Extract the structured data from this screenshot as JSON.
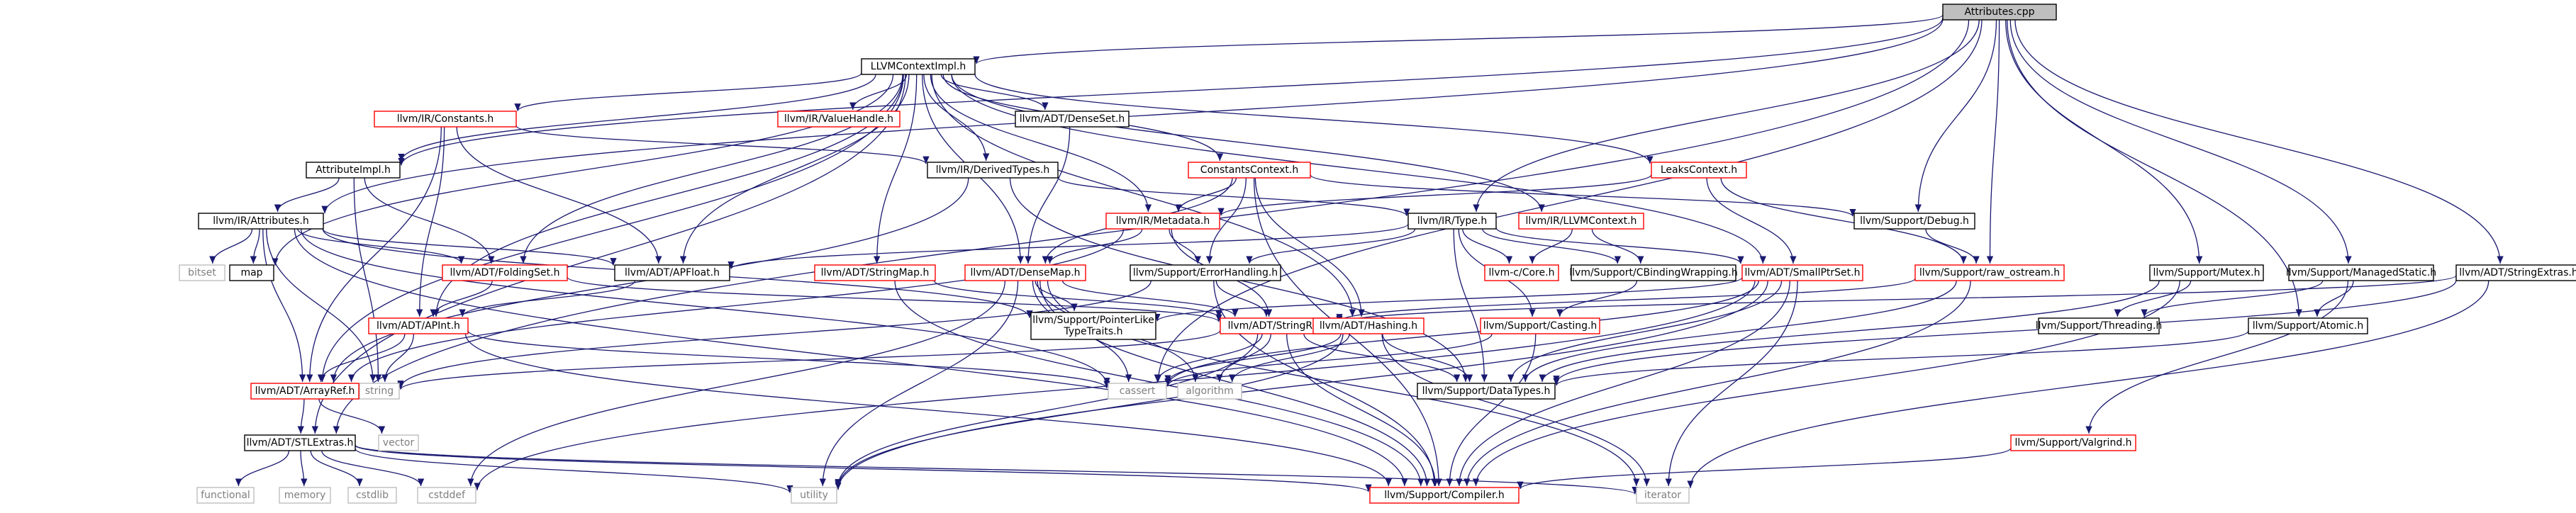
{
  "graph": {
    "root": "n0",
    "colors": {
      "edge": "#191970",
      "text": "#000000",
      "missing_text": "#ff0000",
      "root_fill": "#bfbfbf",
      "normal_border": "#000000",
      "missing_border": "#ff0000",
      "system_border": "#bfbfbf",
      "system_text": "#7f7f7f"
    },
    "nodes": [
      {
        "id": "n0",
        "label": "Attributes.cpp",
        "kind": "root"
      },
      {
        "id": "n1",
        "label": "LLVMContextImpl.h",
        "kind": "normal"
      },
      {
        "id": "n2",
        "label": "llvm/IR/Constants.h",
        "kind": "missing"
      },
      {
        "id": "n3",
        "label": "llvm/IR/ValueHandle.h",
        "kind": "missing"
      },
      {
        "id": "n4",
        "label": "llvm/ADT/DenseSet.h",
        "kind": "normal"
      },
      {
        "id": "n5",
        "label": "AttributeImpl.h",
        "kind": "normal"
      },
      {
        "id": "n6",
        "label": "llvm/IR/DerivedTypes.h",
        "kind": "normal"
      },
      {
        "id": "n7",
        "label": "ConstantsContext.h",
        "kind": "missing"
      },
      {
        "id": "n8",
        "label": "LeaksContext.h",
        "kind": "missing"
      },
      {
        "id": "n9",
        "label": "llvm/IR/Attributes.h",
        "kind": "normal"
      },
      {
        "id": "n10",
        "label": "llvm/IR/Metadata.h",
        "kind": "missing"
      },
      {
        "id": "n11",
        "label": "llvm/IR/Type.h",
        "kind": "normal"
      },
      {
        "id": "n12",
        "label": "llvm/IR/LLVMContext.h",
        "kind": "missing"
      },
      {
        "id": "n13",
        "label": "llvm/Support/Debug.h",
        "kind": "normal"
      },
      {
        "id": "n14",
        "label": "bitset",
        "kind": "system"
      },
      {
        "id": "n15",
        "label": "map",
        "kind": "normal"
      },
      {
        "id": "n16",
        "label": "llvm/ADT/FoldingSet.h",
        "kind": "missing"
      },
      {
        "id": "n17",
        "label": "llvm/ADT/APFloat.h",
        "kind": "normal"
      },
      {
        "id": "n18",
        "label": "llvm/ADT/StringMap.h",
        "kind": "missing"
      },
      {
        "id": "n19",
        "label": "llvm/ADT/DenseMap.h",
        "kind": "missing"
      },
      {
        "id": "n20",
        "label": "llvm/Support/ErrorHandling.h",
        "kind": "normal"
      },
      {
        "id": "n21",
        "label": "llvm-c/Core.h",
        "kind": "missing"
      },
      {
        "id": "n22",
        "label": "llvm/Support/CBindingWrapping.h",
        "kind": "normal"
      },
      {
        "id": "n23",
        "label": "llvm/ADT/SmallPtrSet.h",
        "kind": "missing"
      },
      {
        "id": "n24",
        "label": "llvm/Support/raw_ostream.h",
        "kind": "missing"
      },
      {
        "id": "n25",
        "label": "llvm/Support/Mutex.h",
        "kind": "normal"
      },
      {
        "id": "n26",
        "label": "llvm/Support/ManagedStatic.h",
        "kind": "normal"
      },
      {
        "id": "n27",
        "label": "llvm/ADT/StringExtras.h",
        "kind": "normal"
      },
      {
        "id": "n28",
        "label": "llvm/Support/PointerLike\nTypeTraits.h",
        "kind": "normal"
      },
      {
        "id": "n29",
        "label": "llvm/ADT/APInt.h",
        "kind": "missing"
      },
      {
        "id": "n30",
        "label": "llvm/ADT/StringRef.h",
        "kind": "missing"
      },
      {
        "id": "n31",
        "label": "llvm/ADT/Hashing.h",
        "kind": "missing"
      },
      {
        "id": "n32",
        "label": "llvm/Support/Casting.h",
        "kind": "missing"
      },
      {
        "id": "n33",
        "label": "llvm/Support/Threading.h",
        "kind": "normal"
      },
      {
        "id": "n34",
        "label": "llvm/Support/Atomic.h",
        "kind": "normal"
      },
      {
        "id": "n35",
        "label": "string",
        "kind": "system"
      },
      {
        "id": "n36",
        "label": "llvm/ADT/ArrayRef.h",
        "kind": "missing"
      },
      {
        "id": "n37",
        "label": "cassert",
        "kind": "system"
      },
      {
        "id": "n38",
        "label": "algorithm",
        "kind": "system"
      },
      {
        "id": "n39",
        "label": "llvm/Support/DataTypes.h",
        "kind": "normal"
      },
      {
        "id": "n40",
        "label": "vector",
        "kind": "system"
      },
      {
        "id": "n41",
        "label": "llvm/ADT/STLExtras.h",
        "kind": "normal"
      },
      {
        "id": "n42",
        "label": "llvm/Support/Valgrind.h",
        "kind": "missing"
      },
      {
        "id": "n43",
        "label": "functional",
        "kind": "system"
      },
      {
        "id": "n44",
        "label": "memory",
        "kind": "system"
      },
      {
        "id": "n45",
        "label": "cstdlib",
        "kind": "system"
      },
      {
        "id": "n46",
        "label": "cstddef",
        "kind": "system"
      },
      {
        "id": "n47",
        "label": "utility",
        "kind": "system"
      },
      {
        "id": "n48",
        "label": "llvm/Support/Compiler.h",
        "kind": "missing"
      },
      {
        "id": "n49",
        "label": "iterator",
        "kind": "system"
      }
    ],
    "edges": [
      [
        "n0",
        "n1"
      ],
      [
        "n0",
        "n5"
      ],
      [
        "n0",
        "n9"
      ],
      [
        "n0",
        "n11"
      ],
      [
        "n0",
        "n13"
      ],
      [
        "n0",
        "n24"
      ],
      [
        "n0",
        "n25"
      ],
      [
        "n0",
        "n26"
      ],
      [
        "n0",
        "n27"
      ],
      [
        "n0",
        "n34"
      ],
      [
        "n0",
        "n41"
      ],
      [
        "n0",
        "n37"
      ],
      [
        "n1",
        "n2"
      ],
      [
        "n1",
        "n3"
      ],
      [
        "n1",
        "n4"
      ],
      [
        "n1",
        "n5"
      ],
      [
        "n1",
        "n6"
      ],
      [
        "n1",
        "n7"
      ],
      [
        "n1",
        "n8"
      ],
      [
        "n1",
        "n10"
      ],
      [
        "n1",
        "n12"
      ],
      [
        "n1",
        "n15"
      ],
      [
        "n1",
        "n17"
      ],
      [
        "n1",
        "n18"
      ],
      [
        "n1",
        "n19"
      ],
      [
        "n1",
        "n23"
      ],
      [
        "n1",
        "n29"
      ],
      [
        "n1",
        "n31"
      ],
      [
        "n1",
        "n36"
      ],
      [
        "n1",
        "n41"
      ],
      [
        "n1",
        "n16"
      ],
      [
        "n2",
        "n6"
      ],
      [
        "n2",
        "n17"
      ],
      [
        "n2",
        "n29"
      ],
      [
        "n2",
        "n36"
      ],
      [
        "n4",
        "n19"
      ],
      [
        "n5",
        "n9"
      ],
      [
        "n5",
        "n16"
      ],
      [
        "n5",
        "n35"
      ],
      [
        "n6",
        "n11"
      ],
      [
        "n6",
        "n36"
      ],
      [
        "n6",
        "n39"
      ],
      [
        "n7",
        "n10"
      ],
      [
        "n7",
        "n19"
      ],
      [
        "n7",
        "n20"
      ],
      [
        "n7",
        "n31"
      ],
      [
        "n7",
        "n13"
      ],
      [
        "n7",
        "n48"
      ],
      [
        "n8",
        "n23"
      ],
      [
        "n8",
        "n10"
      ],
      [
        "n8",
        "n24"
      ],
      [
        "n9",
        "n14"
      ],
      [
        "n9",
        "n15"
      ],
      [
        "n9",
        "n16"
      ],
      [
        "n9",
        "n17"
      ],
      [
        "n9",
        "n35"
      ],
      [
        "n9",
        "n36"
      ],
      [
        "n9",
        "n28"
      ],
      [
        "n9",
        "n37"
      ],
      [
        "n9",
        "n48"
      ],
      [
        "n10",
        "n19"
      ],
      [
        "n10",
        "n20"
      ],
      [
        "n10",
        "n30"
      ],
      [
        "n10",
        "n36"
      ],
      [
        "n11",
        "n21"
      ],
      [
        "n11",
        "n22"
      ],
      [
        "n11",
        "n23"
      ],
      [
        "n11",
        "n20"
      ],
      [
        "n11",
        "n32"
      ],
      [
        "n11",
        "n39"
      ],
      [
        "n11",
        "n17"
      ],
      [
        "n12",
        "n21"
      ],
      [
        "n12",
        "n22"
      ],
      [
        "n13",
        "n24"
      ],
      [
        "n16",
        "n30"
      ],
      [
        "n16",
        "n29"
      ],
      [
        "n17",
        "n29"
      ],
      [
        "n18",
        "n30"
      ],
      [
        "n18",
        "n48"
      ],
      [
        "n19",
        "n28"
      ],
      [
        "n19",
        "n30"
      ],
      [
        "n19",
        "n37"
      ],
      [
        "n19",
        "n38"
      ],
      [
        "n19",
        "n46"
      ],
      [
        "n19",
        "n47"
      ],
      [
        "n19",
        "n49"
      ],
      [
        "n19",
        "n48"
      ],
      [
        "n20",
        "n30"
      ],
      [
        "n20",
        "n48"
      ],
      [
        "n20",
        "n35"
      ],
      [
        "n22",
        "n32"
      ],
      [
        "n23",
        "n28"
      ],
      [
        "n23",
        "n37"
      ],
      [
        "n23",
        "n39"
      ],
      [
        "n23",
        "n46"
      ],
      [
        "n23",
        "n47"
      ],
      [
        "n23",
        "n49"
      ],
      [
        "n23",
        "n48"
      ],
      [
        "n24",
        "n30"
      ],
      [
        "n24",
        "n39"
      ],
      [
        "n24",
        "n48"
      ],
      [
        "n25",
        "n33"
      ],
      [
        "n25",
        "n39"
      ],
      [
        "n25",
        "n48"
      ],
      [
        "n26",
        "n33"
      ],
      [
        "n26",
        "n34"
      ],
      [
        "n26",
        "n42"
      ],
      [
        "n27",
        "n39"
      ],
      [
        "n27",
        "n49"
      ],
      [
        "n27",
        "n30"
      ],
      [
        "n29",
        "n36"
      ],
      [
        "n29",
        "n35"
      ],
      [
        "n29",
        "n37"
      ],
      [
        "n29",
        "n48"
      ],
      [
        "n30",
        "n35"
      ],
      [
        "n30",
        "n37"
      ],
      [
        "n30",
        "n38"
      ],
      [
        "n30",
        "n47"
      ],
      [
        "n30",
        "n39"
      ],
      [
        "n30",
        "n48"
      ],
      [
        "n31",
        "n37"
      ],
      [
        "n31",
        "n38"
      ],
      [
        "n31",
        "n39"
      ],
      [
        "n31",
        "n47"
      ],
      [
        "n31",
        "n49"
      ],
      [
        "n32",
        "n48"
      ],
      [
        "n32",
        "n37"
      ],
      [
        "n34",
        "n39"
      ],
      [
        "n36",
        "n40"
      ],
      [
        "n36",
        "n41"
      ],
      [
        "n41",
        "n43"
      ],
      [
        "n41",
        "n44"
      ],
      [
        "n41",
        "n45"
      ],
      [
        "n41",
        "n46"
      ],
      [
        "n41",
        "n47"
      ],
      [
        "n41",
        "n49"
      ],
      [
        "n41",
        "n48"
      ],
      [
        "n42",
        "n48"
      ]
    ]
  }
}
